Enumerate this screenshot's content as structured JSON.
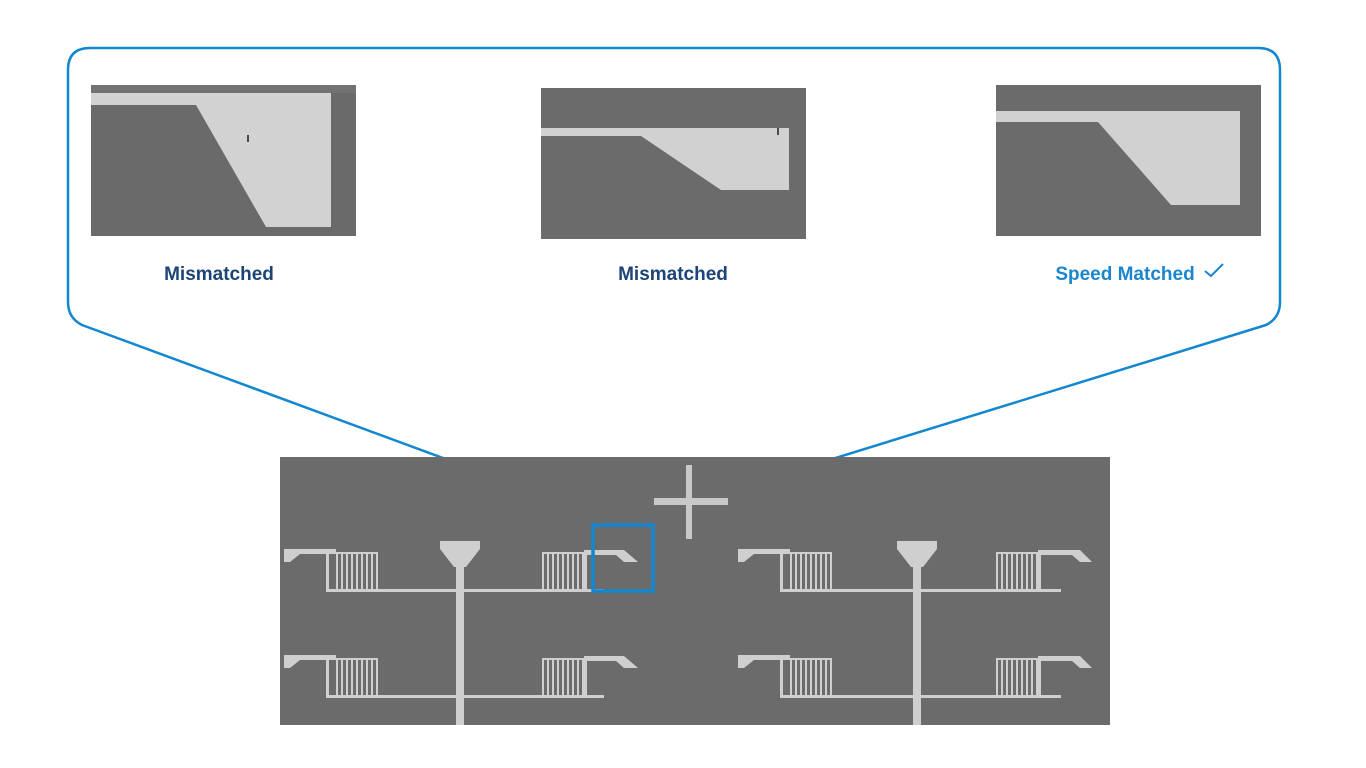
{
  "colors": {
    "callout_stroke": "#1387cf",
    "caption_dark": "#1c4476",
    "caption_accent": "#1a86cd",
    "wafer_background": "#6b6b6b",
    "metal_light": "#d1d1d1"
  },
  "panels": [
    {
      "caption": "Mismatched",
      "status": "mismatched"
    },
    {
      "caption": "Mismatched",
      "status": "mismatched"
    },
    {
      "caption": "Speed Matched",
      "status": "matched",
      "icon": "checkmark-icon"
    }
  ]
}
